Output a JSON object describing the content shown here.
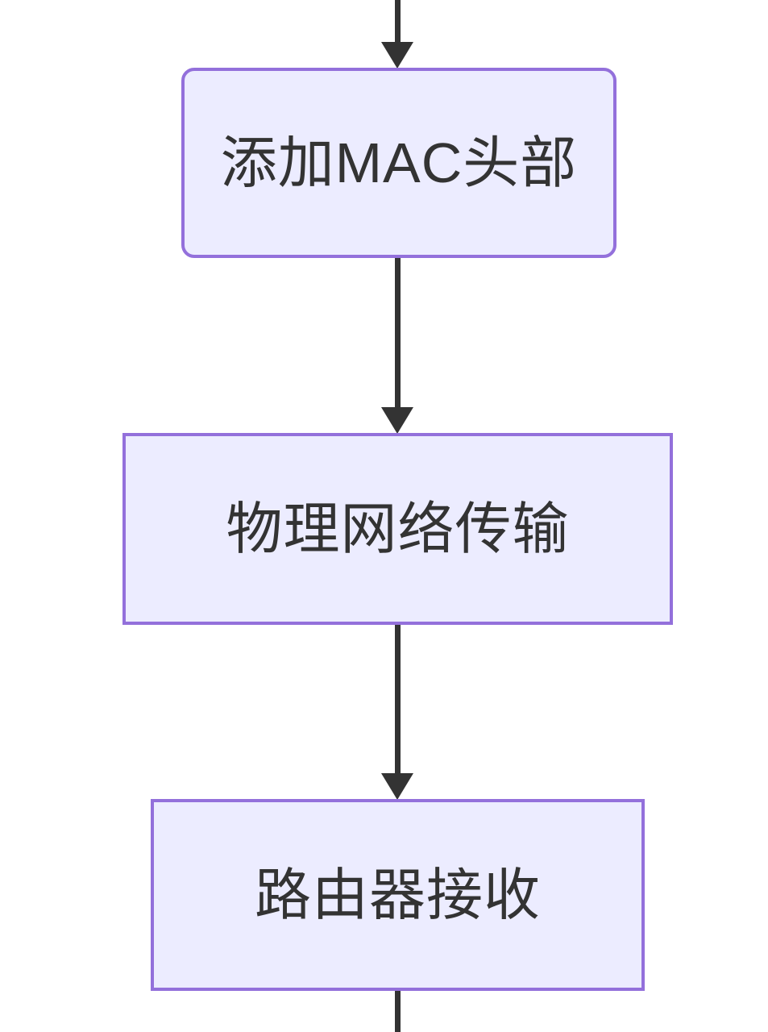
{
  "diagram": {
    "type": "flowchart",
    "direction": "top-down",
    "colors": {
      "background": "#FFFFFF",
      "node_fill": "#ECECFF",
      "node_border": "#9370DB",
      "edge_line": "#333333",
      "label_text": "#333333"
    },
    "nodes": [
      {
        "label": "添加MAC头部",
        "shape": "rounded-rectangle"
      },
      {
        "label": "物理网络传输",
        "shape": "rectangle"
      },
      {
        "label": "路由器接收",
        "shape": "rectangle"
      }
    ],
    "edges": [
      {
        "from": "offscreen-above",
        "to": "添加MAC头部",
        "arrowhead": "triangle-down"
      },
      {
        "from": "添加MAC头部",
        "to": "物理网络传输",
        "arrowhead": "triangle-down"
      },
      {
        "from": "物理网络传输",
        "to": "路由器接收",
        "arrowhead": "triangle-down"
      },
      {
        "from": "路由器接收",
        "to": "offscreen-below",
        "arrowhead": "none-visible"
      }
    ]
  }
}
